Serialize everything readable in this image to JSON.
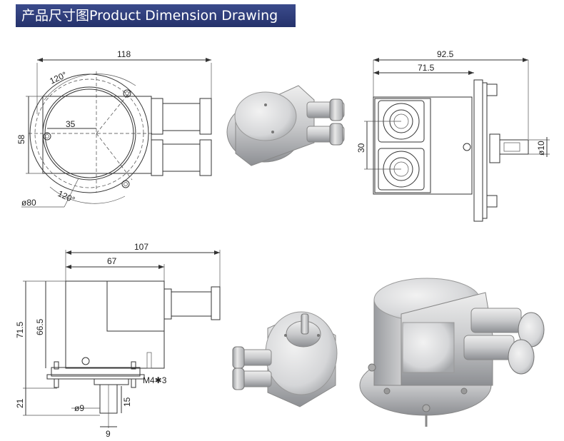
{
  "header": {
    "title": "产品尺寸图Product Dimension Drawing"
  },
  "front_view": {
    "width_label": "118",
    "height_label": "58",
    "offset_label": "35",
    "angle_top_label": "120°",
    "angle_bottom_label": "120°",
    "diameter_label": "ø80"
  },
  "side_view": {
    "total_label": "92.5",
    "body_label": "71.5",
    "pitch_label": "30",
    "shaft_label": "ø10"
  },
  "bottom_view": {
    "total_label": "107",
    "body_label": "67",
    "height_label": "71.5",
    "inner_height_label": "66.5",
    "shaft_len_label": "21",
    "screw_label": "M4✱3",
    "shaft_dia_label": "ø9",
    "shaft_step_label": "15",
    "flat_label": "9"
  },
  "colors": {
    "header_bg": "#2b3878",
    "metal": "#c9cacc",
    "metal_dark": "#8d8f93"
  }
}
